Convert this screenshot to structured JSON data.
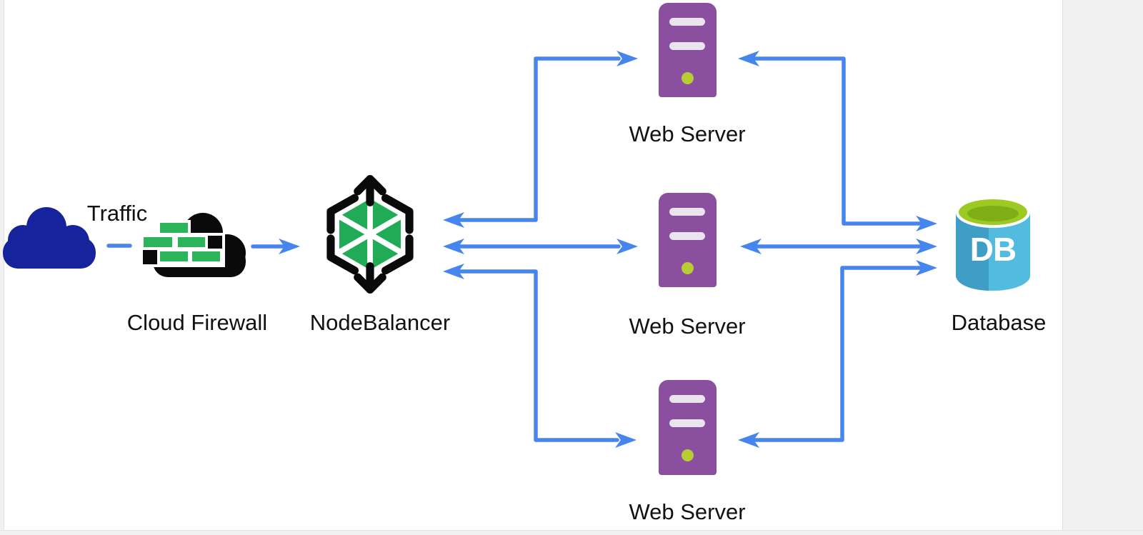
{
  "colors": {
    "canvas-bg": "#ffffff",
    "gutter-bg": "#f1f1f2",
    "arrow": "#4685ee",
    "label-color": "#111111",
    "traffic-cloud": "#15239c",
    "firewall-cloud": "#0a0a0a",
    "brick-green": "#2cb45a",
    "balancer-green": "#21ab57",
    "balancer-black": "#0a0a0a",
    "server-purple": "#8a4f9e",
    "server-bar": "#e9e4ed",
    "server-dot": "#b7cd33",
    "db-body": "#52bcdf",
    "db-body-dark": "#3f9ec6",
    "db-top-outer": "#9cca22",
    "db-top-inner": "#7fae17"
  },
  "nodes": {
    "traffic": {
      "label": "Traffic"
    },
    "firewall": {
      "label": "Cloud Firewall"
    },
    "balancer": {
      "label": "NodeBalancer"
    },
    "server_top": {
      "label": "Web Server"
    },
    "server_mid": {
      "label": "Web Server"
    },
    "server_bottom": {
      "label": "Web Server"
    },
    "database": {
      "label": "Database",
      "badge": "DB"
    }
  },
  "edges": [
    {
      "from": "traffic",
      "to": "firewall",
      "style": "dashed-link"
    },
    {
      "from": "firewall",
      "to": "balancer",
      "style": "arrow-right"
    },
    {
      "from": "balancer",
      "to": "server_top",
      "style": "bidirectional"
    },
    {
      "from": "balancer",
      "to": "server_mid",
      "style": "bidirectional"
    },
    {
      "from": "balancer",
      "to": "server_bottom",
      "style": "bidirectional"
    },
    {
      "from": "server_top",
      "to": "database",
      "style": "bidirectional"
    },
    {
      "from": "server_mid",
      "to": "database",
      "style": "bidirectional"
    },
    {
      "from": "server_bottom",
      "to": "database",
      "style": "bidirectional"
    }
  ]
}
